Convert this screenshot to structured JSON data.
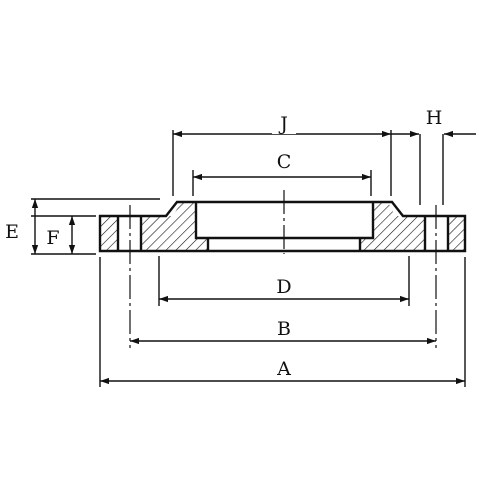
{
  "drawing": {
    "labels": {
      "J": "J",
      "H": "H",
      "C": "C",
      "E": "E",
      "F": "F",
      "D": "D",
      "B": "B",
      "A": "A"
    },
    "line_color": "#111111",
    "background": "#ffffff"
  }
}
